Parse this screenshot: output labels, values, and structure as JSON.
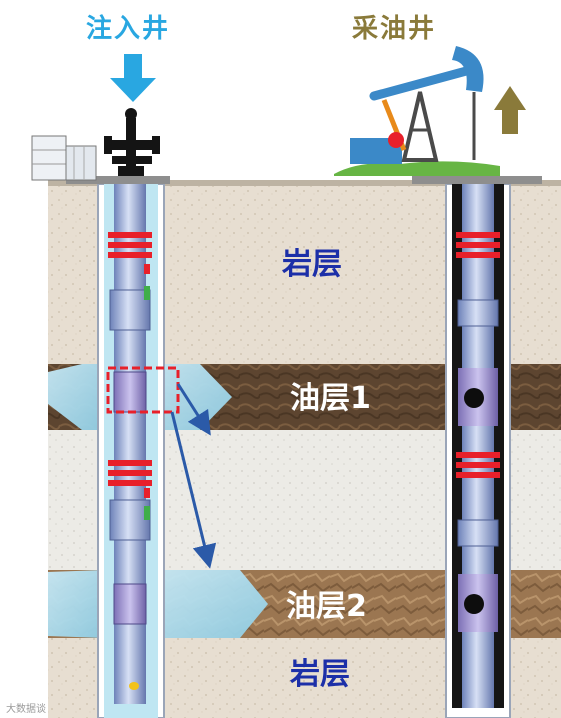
{
  "labels": {
    "injection_well": "注入井",
    "production_well": "采油井",
    "rock_layer_upper": "岩层",
    "oil_layer_1": "油层1",
    "oil_layer_2": "油层2",
    "rock_layer_lower": "岩层"
  },
  "watermark": "大数据谈",
  "icons": [
    "down-arrow-icon",
    "up-arrow-icon",
    "wellhead-valve-icon",
    "water-tank-icon",
    "pump-jack-icon"
  ],
  "colors": {
    "injection_title": "#29a7e1",
    "production_title": "#8a7a3a",
    "rock_label": "#1c2fa8",
    "oil_label": "#ffffff",
    "rock_layer": "#e6ddd0",
    "oil_layer_1": "#6b4e33",
    "oil_layer_2": "#a07b55",
    "water_zone": "#a8d8ea",
    "red_seal": "#e8202a",
    "flow_arrow": "#2b5aa8"
  }
}
